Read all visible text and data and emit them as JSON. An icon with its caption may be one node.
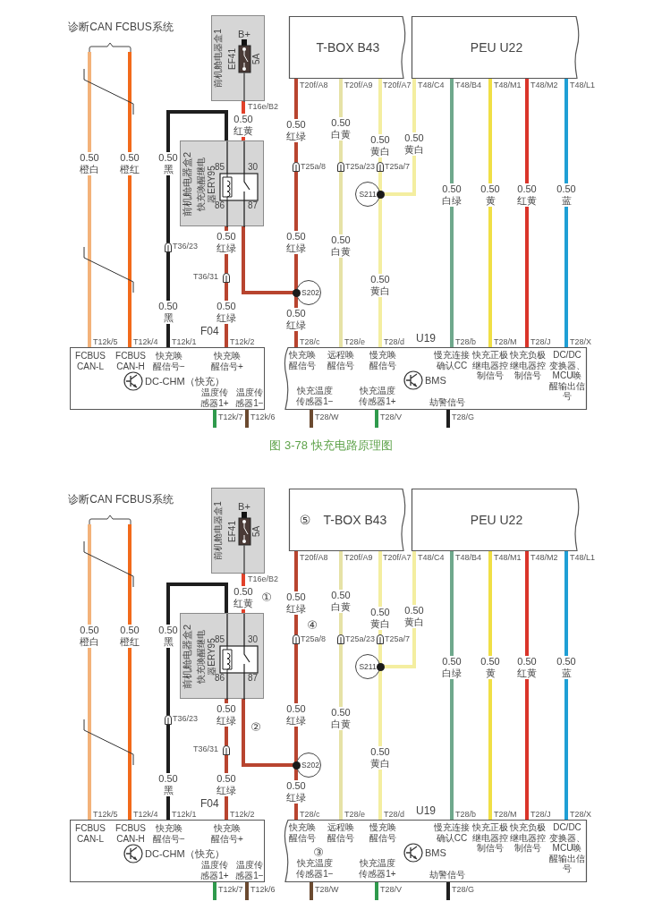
{
  "diagram": {
    "caption": "图 3-78 快充电路原理图",
    "nodes": [
      {
        "text": [
          "诊断CAN FCBUS系统"
        ]
      },
      {
        "text": [
          "前机舱电器盒1",
          "B+",
          "EF41",
          "5A"
        ]
      },
      {
        "text": [
          "前机舱电器盒2",
          "快充唤醒继电器ERY95",
          "85",
          "30",
          "86",
          "87"
        ]
      },
      {
        "text": [
          "T-BOX B43"
        ]
      },
      {
        "text": [
          "PEU U22"
        ]
      },
      {
        "text": [
          "S211"
        ]
      },
      {
        "text": [
          "S202"
        ]
      },
      {
        "text": [
          "FCBUS CAN-L",
          "FCBUS CAN-H",
          "快充唤醒信号−",
          "快充唤醒信号+",
          "DC-CHM（快充）",
          "温度传感器1+",
          "温度传感器1−"
        ],
        "beside": [
          "F04"
        ]
      },
      {
        "text": [
          "快充唤醒信号",
          "远程唤醒信号",
          "慢充唤醒信号",
          "慢充连接确认CC",
          "快充正极继电器控制信号",
          "快充负极继电器控制信号",
          "DC/DC变换器、MCU唤醒输出信号",
          "BMS",
          "快充温度传感器1−",
          "快充温度传感器1+",
          "劫警信号"
        ],
        "beside": [
          "U19"
        ]
      },
      {
        "text": [
          "诊断CAN FCBUS系统"
        ]
      },
      {
        "text": [
          "前机舱电器盒1",
          "B+",
          "EF41",
          "5A"
        ]
      },
      {
        "text": [
          "前机舱电器盒2",
          "快充唤醒继电器ERY95",
          "85",
          "30",
          "86",
          "87"
        ]
      },
      {
        "text": [
          "⑤",
          "T-BOX B43"
        ]
      },
      {
        "text": [
          "PEU U22"
        ]
      },
      {
        "text": [
          "S211"
        ]
      },
      {
        "text": [
          "S202"
        ]
      },
      {
        "text": [
          "FCBUS CAN-L",
          "FCBUS CAN-H",
          "快充唤醒信号−",
          "快充唤醒信号+",
          "DC-CHM（快充）",
          "温度传感器1+",
          "温度传感器1−"
        ],
        "beside": [
          "F04"
        ]
      },
      {
        "text": [
          "快充唤醒信号",
          "远程唤醒信号",
          "慢充唤醒信号",
          "慢充连接确认CC",
          "快充正极继电器控制信号",
          "快充负极继电器控制信号",
          "DC/DC变换器、MCU唤醒输出信号",
          "BMS",
          "快充温度传感器1−",
          "快充温度传感器1+",
          "劫警信号"
        ],
        "beside": [
          "U19"
        ]
      }
    ],
    "edges": [
      {
        "from": 0,
        "to": 7,
        "arrow": "none",
        "label": "0.50 橙白",
        "color": "#f3b27a"
      },
      {
        "from": 0,
        "to": 7,
        "arrow": "none",
        "label": "0.50 橙红",
        "color": "#f26a1b"
      },
      {
        "from": 2,
        "to": 7,
        "arrow": "none",
        "label": "0.50 黑",
        "color": "#1e1e1e"
      },
      {
        "from": 1,
        "to": 2,
        "arrow": "none",
        "label": "0.50 红黄",
        "color": "#e2412a"
      },
      {
        "from": 2,
        "to": 6,
        "arrow": "none",
        "color": "#b8442f"
      },
      {
        "from": 2,
        "to": 7,
        "arrow": "none",
        "label": "0.50 红绿",
        "color": "#b8442f"
      },
      {
        "from": 3,
        "to": 6,
        "arrow": "none",
        "label": "0.50 红绿",
        "color": "#b8442f"
      },
      {
        "from": 6,
        "to": 8,
        "arrow": "none",
        "label": "0.50 红绿",
        "color": "#b8442f"
      },
      {
        "from": 3,
        "to": 8,
        "arrow": "none",
        "label": "0.50 白黄",
        "color": "#e6e2a6"
      },
      {
        "from": 3,
        "to": 5,
        "arrow": "none",
        "label": "0.50 黄白",
        "color": "#f4eea0"
      },
      {
        "from": 4,
        "to": 5,
        "arrow": "none",
        "label": "0.50 黄白",
        "color": "#f4eea0"
      },
      {
        "from": 5,
        "to": 8,
        "arrow": "none",
        "label": "0.50 黄白",
        "color": "#f4eea0"
      },
      {
        "from": 4,
        "to": 8,
        "arrow": "none",
        "label": "0.50 白绿",
        "color": "#6fa88c"
      },
      {
        "from": 4,
        "to": 8,
        "arrow": "none",
        "label": "0.50 黄",
        "color": "#f0df45"
      },
      {
        "from": 4,
        "to": 8,
        "arrow": "none",
        "label": "0.50 红黄",
        "color": "#d9342a"
      },
      {
        "from": 4,
        "to": 8,
        "arrow": "none",
        "label": "0.50 蓝",
        "color": "#1f9fd5"
      },
      {
        "from": 7,
        "to": null,
        "arrow": "none",
        "color": "#2f9a4c"
      },
      {
        "from": 7,
        "to": null,
        "arrow": "none",
        "color": "#6b4a30"
      },
      {
        "from": 8,
        "to": null,
        "arrow": "none",
        "color": "#6b4a30"
      },
      {
        "from": 8,
        "to": null,
        "arrow": "none",
        "color": "#2f9a4c"
      },
      {
        "from": 8,
        "to": null,
        "arrow": "none",
        "color": "#1e1e1e"
      },
      {
        "from": 9,
        "to": 16,
        "arrow": "none",
        "label": "0.50 橙白",
        "color": "#f3b27a"
      },
      {
        "from": 9,
        "to": 16,
        "arrow": "none",
        "label": "0.50 橙红",
        "color": "#f26a1b"
      },
      {
        "from": 11,
        "to": 16,
        "arrow": "none",
        "label": "0.50 黑",
        "color": "#1e1e1e"
      },
      {
        "from": 10,
        "to": 11,
        "arrow": "none",
        "label": "0.50 红黄",
        "color": "#e2412a"
      },
      {
        "from": 11,
        "to": 15,
        "arrow": "none",
        "color": "#b8442f"
      },
      {
        "from": 11,
        "to": 16,
        "arrow": "none",
        "label": "0.50 红绿",
        "color": "#b8442f"
      },
      {
        "from": 12,
        "to": 15,
        "arrow": "none",
        "label": "0.50 红绿",
        "color": "#b8442f"
      },
      {
        "from": 15,
        "to": 17,
        "arrow": "none",
        "label": "0.50 红绿",
        "color": "#b8442f"
      },
      {
        "from": 12,
        "to": 17,
        "arrow": "none",
        "label": "0.50 白黄",
        "color": "#e6e2a6"
      },
      {
        "from": 12,
        "to": 14,
        "arrow": "none",
        "label": "0.50 黄白",
        "color": "#f4eea0"
      },
      {
        "from": 13,
        "to": 14,
        "arrow": "none",
        "label": "0.50 黄白",
        "color": "#f4eea0"
      },
      {
        "from": 14,
        "to": 17,
        "arrow": "none",
        "label": "0.50 黄白",
        "color": "#f4eea0"
      },
      {
        "from": 13,
        "to": 17,
        "arrow": "none",
        "label": "0.50 白绿",
        "color": "#6fa88c"
      },
      {
        "from": 13,
        "to": 17,
        "arrow": "none",
        "label": "0.50 黄",
        "color": "#f0df45"
      },
      {
        "from": 13,
        "to": 17,
        "arrow": "none",
        "label": "0.50 红黄",
        "color": "#d9342a"
      },
      {
        "from": 13,
        "to": 17,
        "arrow": "none",
        "label": "0.50 蓝",
        "color": "#1f9fd5"
      },
      {
        "from": 16,
        "to": null,
        "arrow": "none",
        "color": "#2f9a4c"
      },
      {
        "from": 16,
        "to": null,
        "arrow": "none",
        "color": "#6b4a30"
      },
      {
        "from": 17,
        "to": null,
        "arrow": "none",
        "color": "#6b4a30"
      },
      {
        "from": 17,
        "to": null,
        "arrow": "none",
        "color": "#2f9a4c"
      },
      {
        "from": 17,
        "to": null,
        "arrow": "none",
        "color": "#1e1e1e"
      }
    ],
    "labels": [
      "T16e/B2",
      "T20f/A8",
      "T20f/A9",
      "T20f/A7",
      "T48/C4",
      "T48/B4",
      "T48/M1",
      "T48/M2",
      "T48/L1",
      "T25a/8",
      "T25a/23",
      "T25a/7",
      "0.50 红绿",
      "0.50 白黄",
      "T36/23",
      "T36/31",
      "0.50 黑",
      "0.50 红绿",
      "T12k/5",
      "T12k/4",
      "T12k/1",
      "T12k/2",
      "T28/c",
      "T28/e",
      "T28/d",
      "T28/b",
      "T28/M",
      "T28/J",
      "T28/X",
      "T12k/7",
      "T12k/6",
      "T28/W",
      "T28/V",
      "T28/G",
      "T16e/B2",
      "T20f/A8",
      "T20f/A9",
      "T20f/A7",
      "T48/C4",
      "T48/B4",
      "T48/M1",
      "T48/M2",
      "T48/L1",
      "T25a/8",
      "T25a/23",
      "T25a/7",
      "0.50 红绿",
      "0.50 白黄",
      "T36/23",
      "T36/31",
      "0.50 黑",
      "0.50 红绿",
      "T12k/5",
      "T12k/4",
      "T12k/1",
      "T12k/2",
      "T28/c",
      "T28/e",
      "T28/d",
      "T28/b",
      "T28/M",
      "T28/J",
      "T28/X",
      "T12k/7",
      "T12k/6",
      "T28/W",
      "T28/V",
      "T28/G",
      "①",
      "④",
      "②",
      "③"
    ]
  }
}
